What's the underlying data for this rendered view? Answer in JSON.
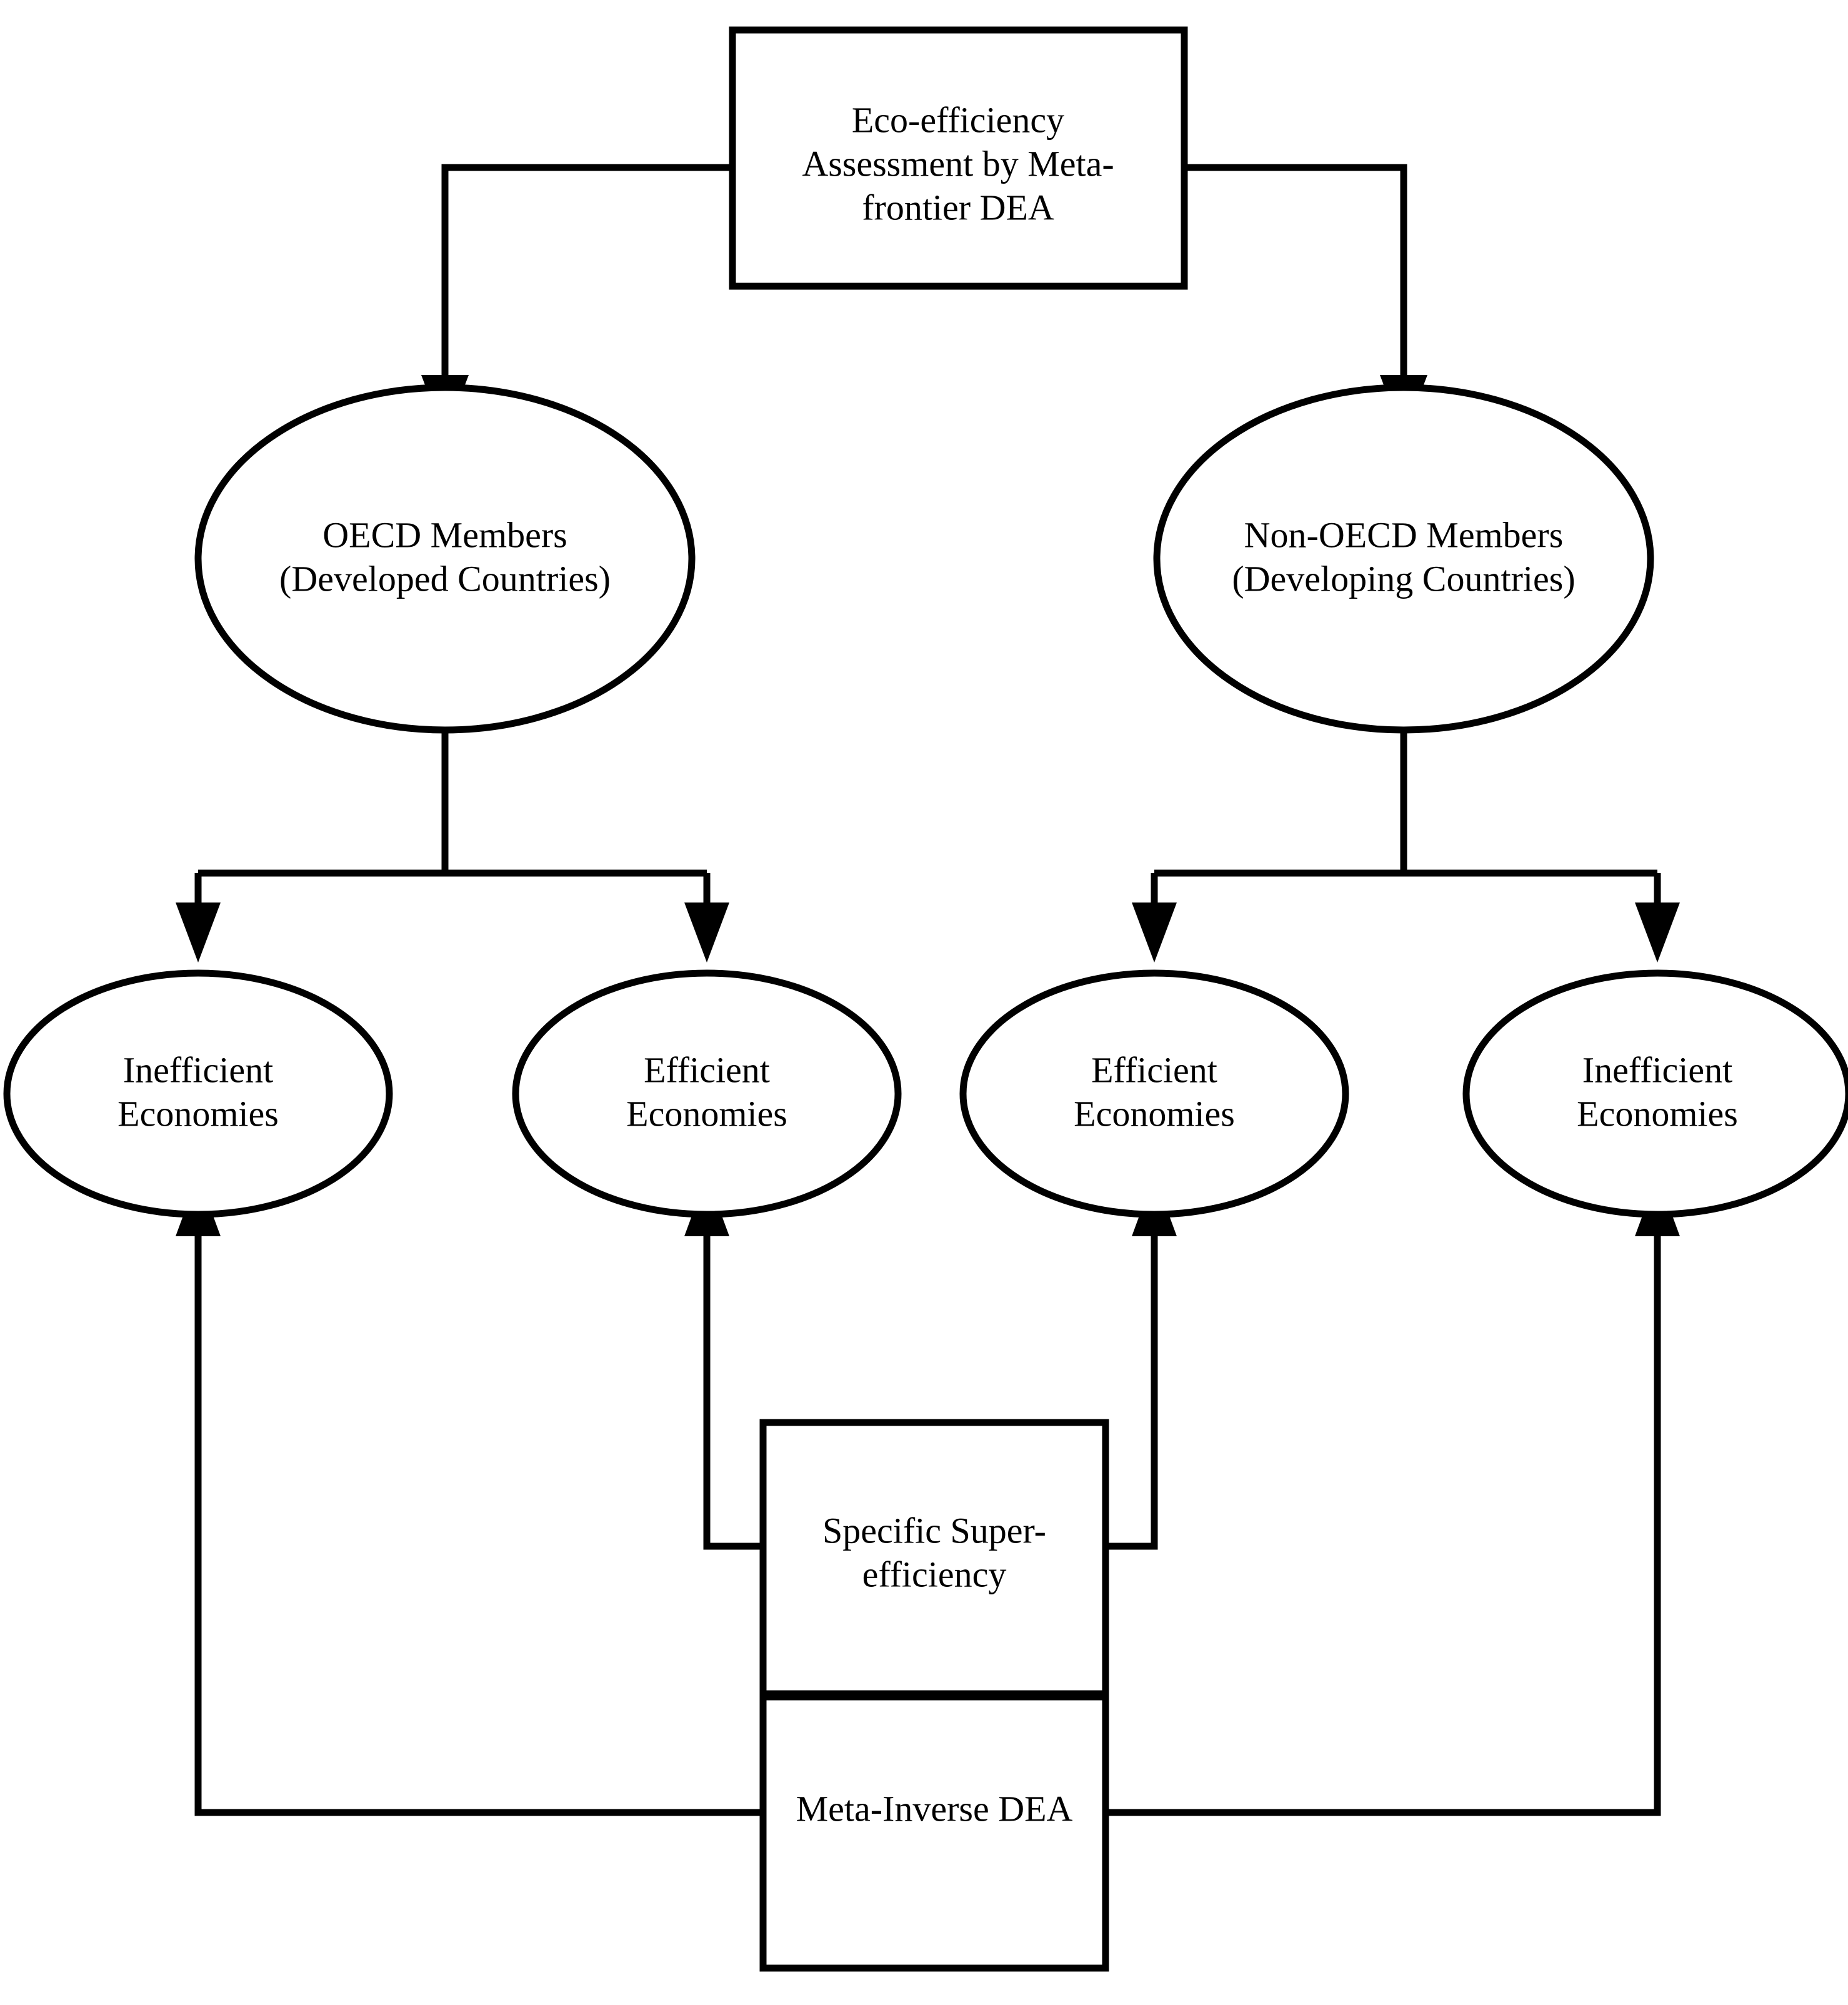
{
  "diagram": {
    "title_node": {
      "id": "eco-efficiency-assessment",
      "line1": "Eco-efficiency",
      "line2": "Assessment by Meta-",
      "line3": "frontier DEA"
    },
    "group_nodes": [
      {
        "id": "oecd-members",
        "line1": "OECD Members",
        "line2": "(Developed Countries)"
      },
      {
        "id": "non-oecd-members",
        "line1": "Non-OECD Members",
        "line2": "(Developing Countries)"
      }
    ],
    "outcome_nodes": [
      {
        "id": "oecd-inefficient-economies",
        "line1": "Inefficient",
        "line2": "Economies"
      },
      {
        "id": "oecd-efficient-economies",
        "line1": "Efficient",
        "line2": "Economies"
      },
      {
        "id": "non-oecd-efficient-economies",
        "line1": "Efficient",
        "line2": "Economies"
      },
      {
        "id": "non-oecd-inefficient-economies",
        "line1": "Inefficient",
        "line2": "Economies"
      }
    ],
    "method_nodes": [
      {
        "id": "specific-super-efficiency",
        "line1": "Specific Super-",
        "line2": "efficiency"
      },
      {
        "id": "meta-inverse-dea",
        "line1": "Meta-Inverse DEA",
        "line2": ""
      }
    ],
    "colors": {
      "stroke": "#000000",
      "fill": "#ffffff",
      "background": "#ffffff"
    }
  }
}
